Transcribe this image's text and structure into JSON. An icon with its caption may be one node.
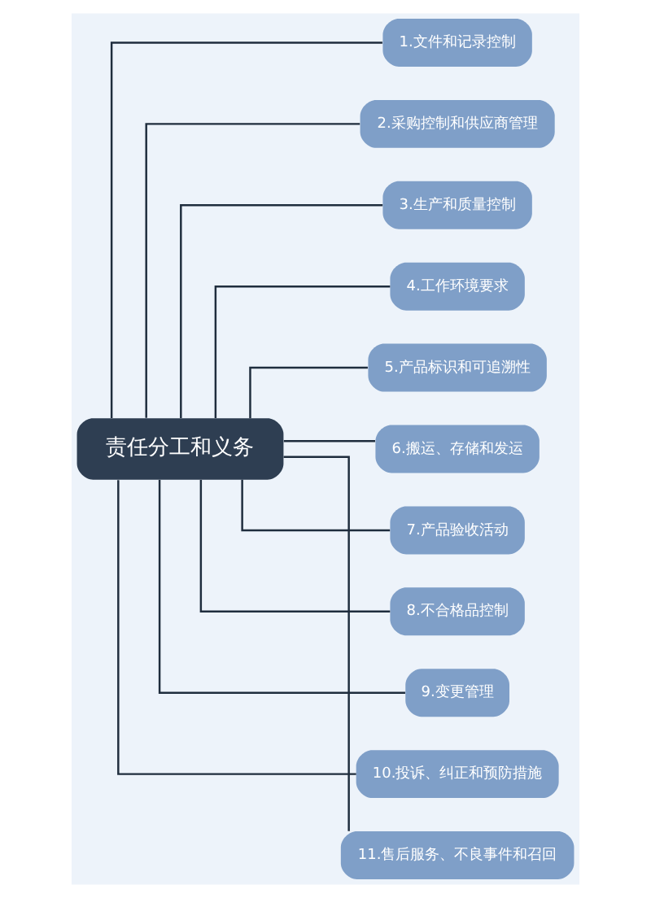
{
  "diagram": {
    "nodes": [
      {
        "text": [
          "责任分工和义务"
        ]
      },
      {
        "text": [
          "1.文件和记录控制"
        ]
      },
      {
        "text": [
          "2.采购控制和供应商管理"
        ]
      },
      {
        "text": [
          "3.生产和质量控制"
        ]
      },
      {
        "text": [
          "4.工作环境要求"
        ]
      },
      {
        "text": [
          "5.产品标识和可追溯性"
        ]
      },
      {
        "text": [
          "6.搬运、存储和发运"
        ]
      },
      {
        "text": [
          "7.产品验收活动"
        ]
      },
      {
        "text": [
          "8.不合格品控制"
        ]
      },
      {
        "text": [
          "9.变更管理"
        ]
      },
      {
        "text": [
          "10.投诉、纠正和预防措施"
        ]
      },
      {
        "text": [
          "11.售后服务、不良事件和召回"
        ]
      }
    ],
    "edges": [
      {
        "from": 0,
        "to": 1,
        "arrow": "none"
      },
      {
        "from": 0,
        "to": 2,
        "arrow": "none"
      },
      {
        "from": 0,
        "to": 3,
        "arrow": "none"
      },
      {
        "from": 0,
        "to": 4,
        "arrow": "none"
      },
      {
        "from": 0,
        "to": 5,
        "arrow": "none"
      },
      {
        "from": 0,
        "to": 6,
        "arrow": "none"
      },
      {
        "from": 0,
        "to": 7,
        "arrow": "none"
      },
      {
        "from": 0,
        "to": 8,
        "arrow": "none"
      },
      {
        "from": 0,
        "to": 9,
        "arrow": "none"
      },
      {
        "from": 0,
        "to": 10,
        "arrow": "none"
      },
      {
        "from": 0,
        "to": 11,
        "arrow": "none"
      }
    ]
  }
}
